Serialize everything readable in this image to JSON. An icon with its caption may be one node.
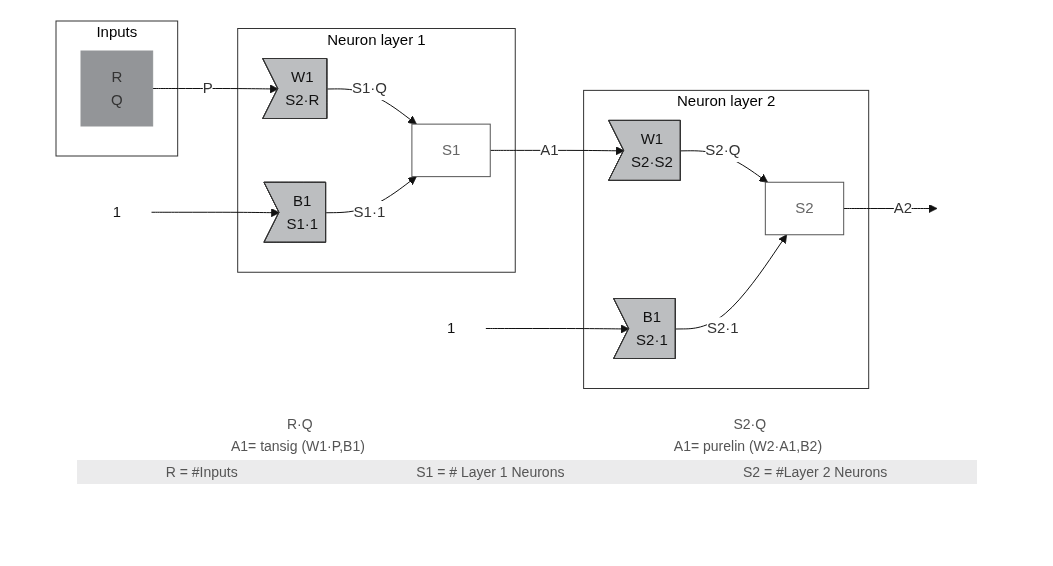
{
  "diagram": {
    "nodes": [
      {
        "text": [
          "Inputs"
        ]
      },
      {
        "text": [
          "R",
          "Q"
        ],
        "in": 0
      },
      {
        "text": [
          "Neuron layer 1"
        ]
      },
      {
        "text": [
          "1"
        ]
      },
      {
        "text": [
          "W1",
          "S2·R"
        ],
        "in": 2
      },
      {
        "text": [
          "B1",
          "S1·1"
        ],
        "in": 2
      },
      {
        "text": [
          "S1"
        ],
        "in": 2
      },
      {
        "text": [
          "Neuron layer 2"
        ]
      },
      {
        "text": [
          "1"
        ]
      },
      {
        "text": [
          "W1",
          "S2·S2"
        ],
        "in": 7
      },
      {
        "text": [
          "B1",
          "S2·1"
        ],
        "in": 7
      },
      {
        "text": [
          "S2"
        ],
        "in": 7
      }
    ],
    "edges": [
      {
        "from": 1,
        "to": 4,
        "arrow": "to",
        "label": "P"
      },
      {
        "from": 3,
        "to": 5,
        "arrow": "to"
      },
      {
        "from": 4,
        "to": 6,
        "arrow": "to",
        "label": "S1·Q"
      },
      {
        "from": 5,
        "to": 6,
        "arrow": "to",
        "label": "S1·1"
      },
      {
        "from": 6,
        "to": 9,
        "arrow": "to",
        "label": "A1"
      },
      {
        "from": 8,
        "to": 10,
        "arrow": "to"
      },
      {
        "from": 9,
        "to": 11,
        "arrow": "to",
        "label": "S2·Q"
      },
      {
        "from": 10,
        "to": 11,
        "arrow": "to",
        "label": "S2·1"
      },
      {
        "from": 11,
        "to": null,
        "arrow": "to",
        "label": "A2"
      }
    ],
    "labels": [
      "R·Q",
      "S2·Q",
      "A1= tansig (W1·P,B1)",
      "A1= purelin (W2·A1,B2)",
      "R = #Inputs",
      "S1 = # Layer 1 Neurons",
      "S2 = #Layer 2 Neurons"
    ]
  }
}
